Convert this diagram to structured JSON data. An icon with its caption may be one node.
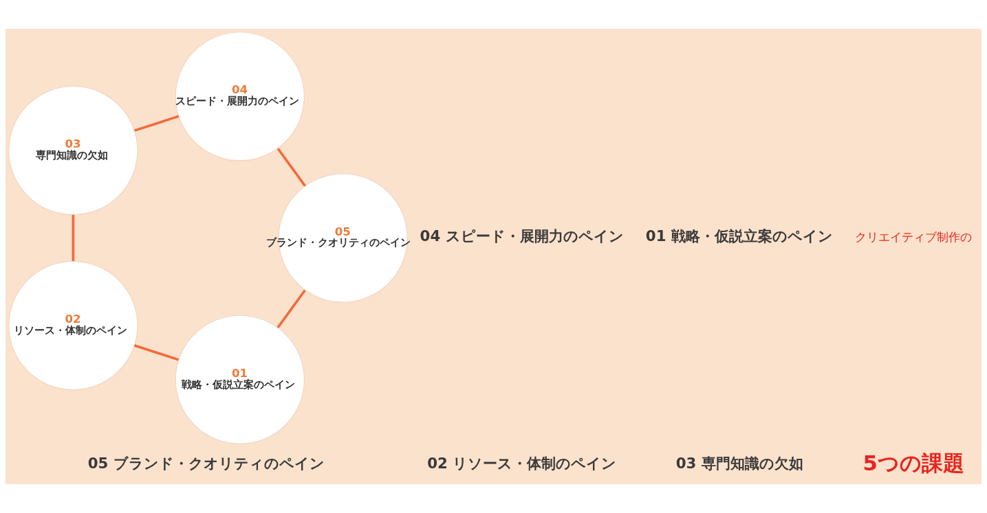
{
  "diagram": {
    "nodes": [
      {
        "text": [
          "01",
          "戦略・仮説立案のペイン"
        ]
      },
      {
        "text": [
          "02",
          "リソース・体制のペイン"
        ]
      },
      {
        "text": [
          "03",
          "専門知識の欠如"
        ]
      },
      {
        "text": [
          "04",
          "スピード・展開力のペイン"
        ]
      },
      {
        "text": [
          "05",
          "ブランド・クオリティのペイン"
        ]
      }
    ],
    "edges": [
      {
        "from": 0,
        "to": 1,
        "arrow": "none"
      },
      {
        "from": 1,
        "to": 2,
        "arrow": "none"
      },
      {
        "from": 2,
        "to": 3,
        "arrow": "none"
      },
      {
        "from": 3,
        "to": 4,
        "arrow": "none"
      },
      {
        "from": 4,
        "to": 0,
        "arrow": "none"
      }
    ],
    "labels": [
      "クリエイティブ制作の",
      "5つの課題",
      "01 戦略・仮説立案のペイン",
      "02 リソース・体制のペイン",
      "03 専門知識の欠如",
      "04 スピード・展開力のペイン",
      "05 ブランド・クオリティのペイン"
    ]
  }
}
